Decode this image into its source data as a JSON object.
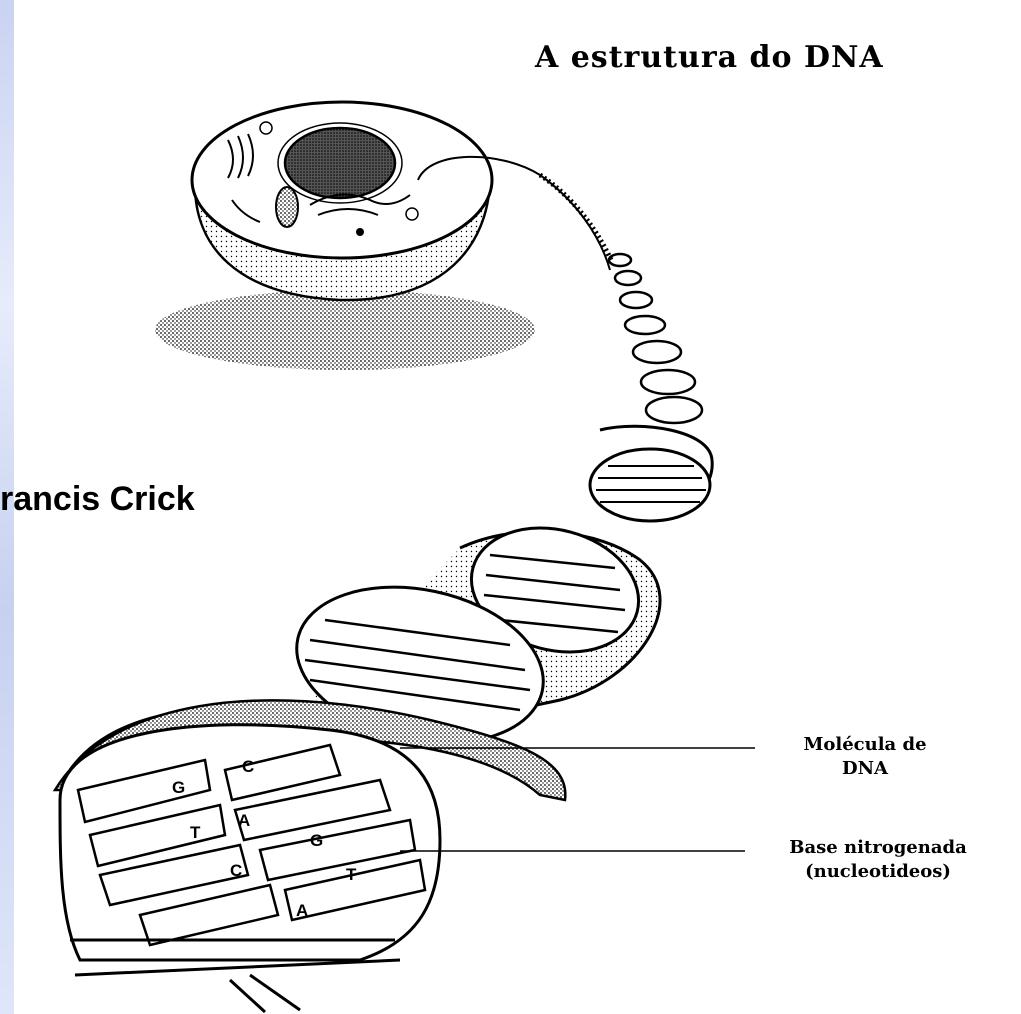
{
  "title": "A estrutura do DNA",
  "partial_name": "rancis Crick",
  "labels": {
    "dna_line1": "Molécula de",
    "dna_line2": "DNA",
    "base_line1": "Base nitrogenada",
    "base_line2": "(nucleotideos)"
  },
  "base_letters": [
    "G",
    "C",
    "T",
    "A",
    "G",
    "C",
    "T",
    "A"
  ],
  "colors": {
    "ink": "#000000",
    "background": "#ffffff",
    "left_strip": "#cdd6f2"
  }
}
